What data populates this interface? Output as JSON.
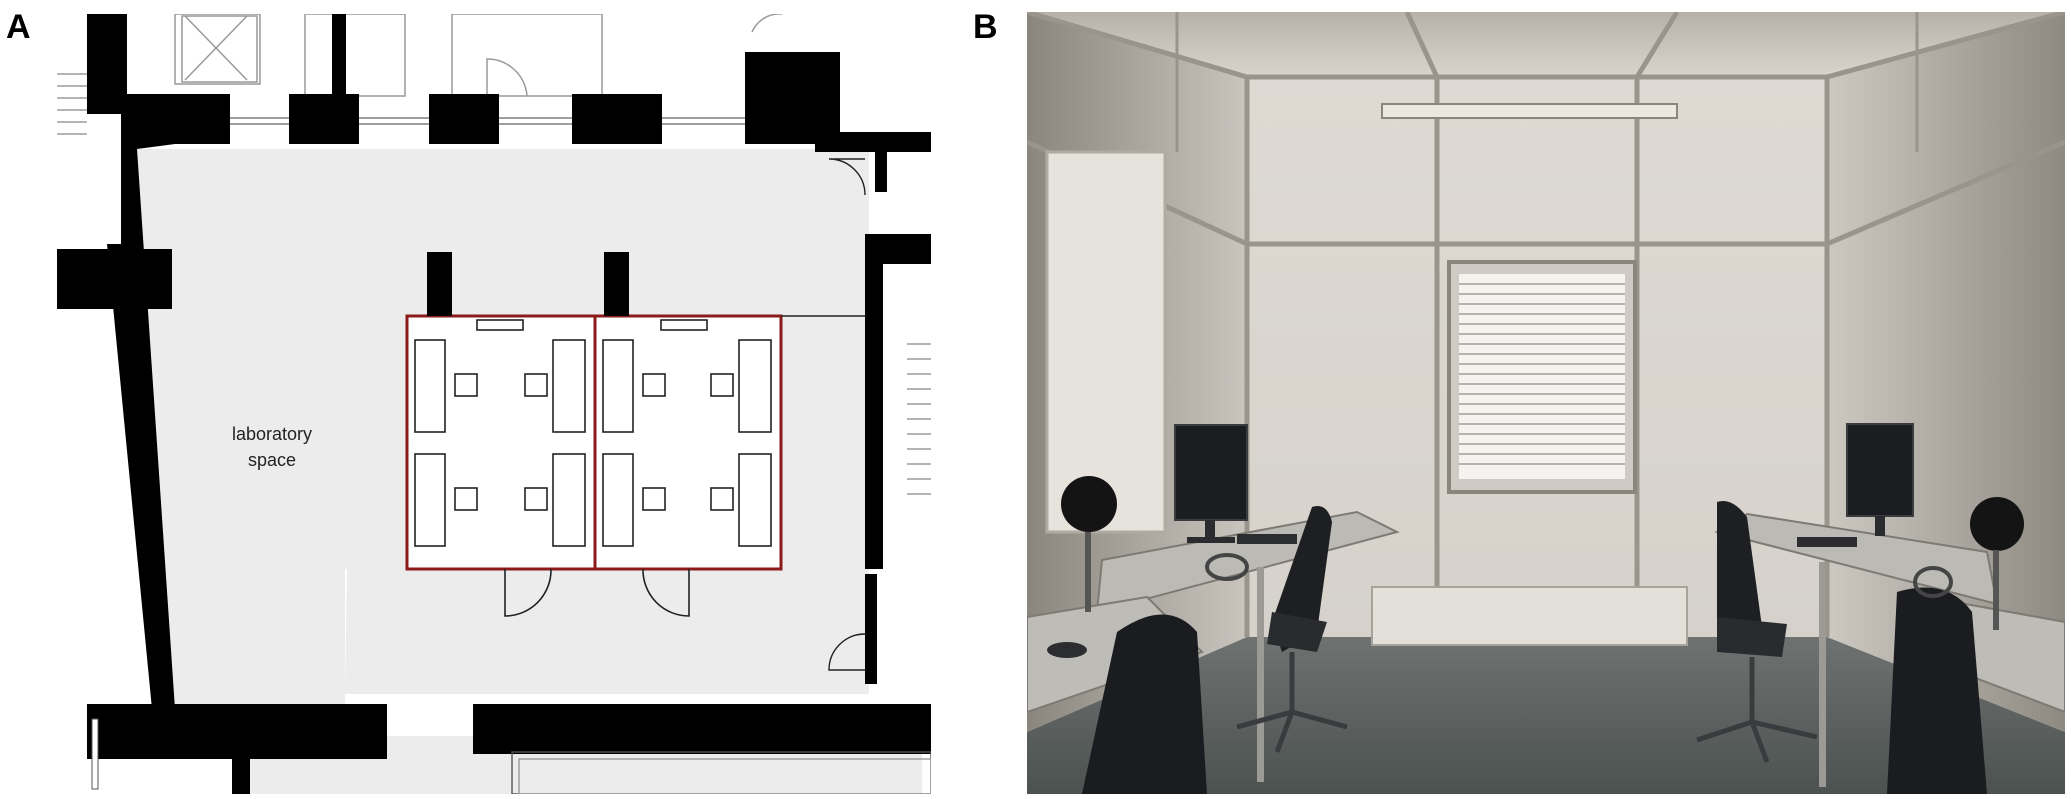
{
  "panels": {
    "a": {
      "letter": "A",
      "kind": "floor-plan",
      "room_label_line1": "laboratory",
      "room_label_line2": "space"
    },
    "b": {
      "letter": "B",
      "kind": "photograph"
    }
  },
  "colors": {
    "wall": "#000000",
    "floor": "#ececec",
    "booth_outline": "#8b1a1a",
    "booth_floor": "#ffffff"
  }
}
